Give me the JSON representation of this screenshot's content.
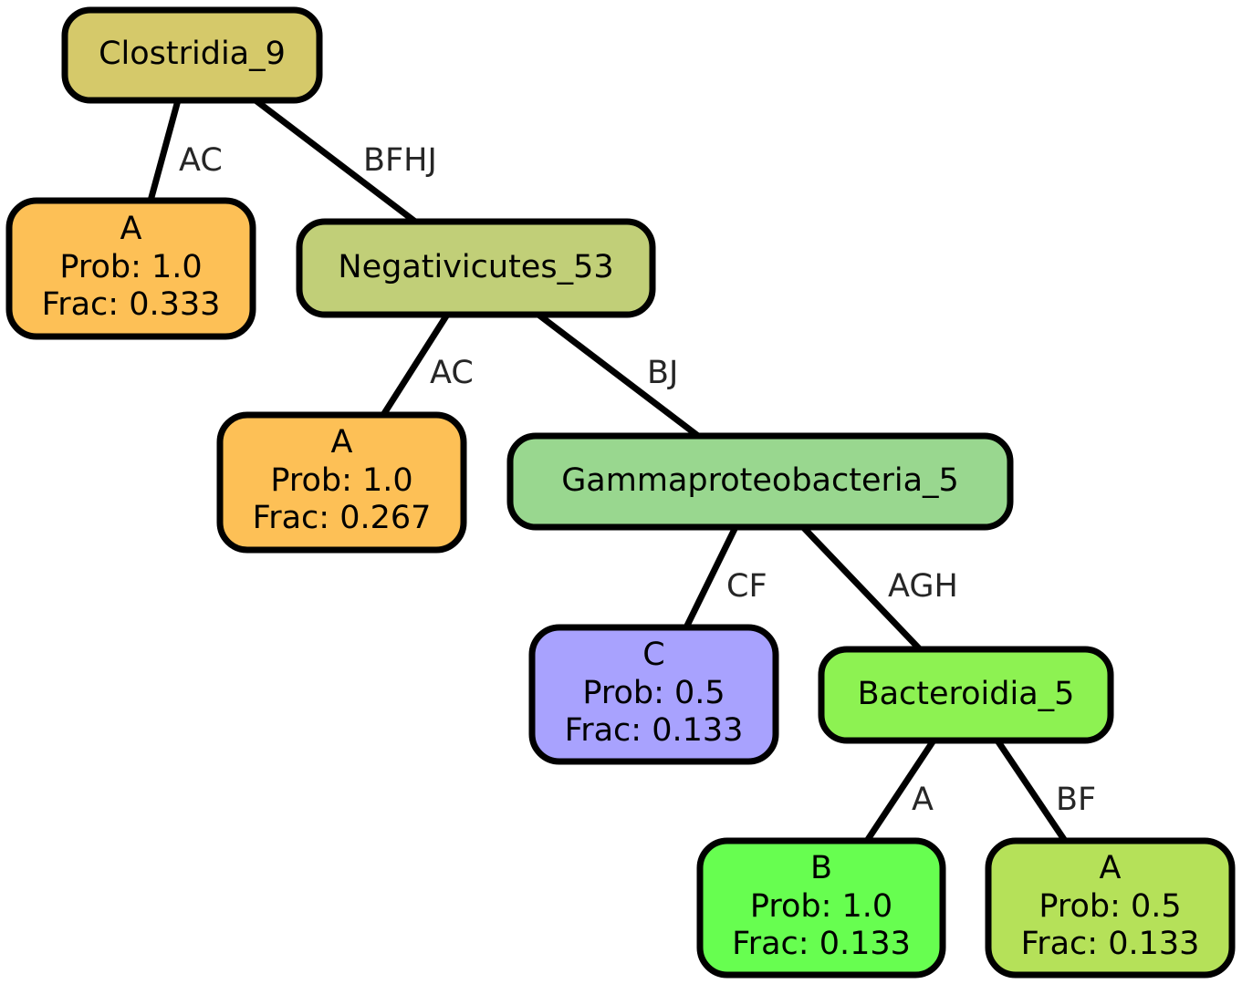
{
  "nodes": {
    "clostridia": {
      "label": "Clostridia_9",
      "color": "#d5c96a"
    },
    "leaf_a1": {
      "lines": [
        "A",
        "Prob: 1.0",
        "Frac: 0.333"
      ],
      "color": "#fdc056"
    },
    "negativicutes": {
      "label": "Negativicutes_53",
      "color": "#c1cf78"
    },
    "leaf_a2": {
      "lines": [
        "A",
        "Prob: 1.0",
        "Frac: 0.267"
      ],
      "color": "#fdc056"
    },
    "gammaproteobacteria": {
      "label": "Gammaproteobacteria_5",
      "color": "#99d78f"
    },
    "leaf_c": {
      "lines": [
        "C",
        "Prob: 0.5",
        "Frac: 0.133"
      ],
      "color": "#a8a2fe"
    },
    "bacteroidia": {
      "label": "Bacteroidia_5",
      "color": "#8df252"
    },
    "leaf_b": {
      "lines": [
        "B",
        "Prob: 1.0",
        "Frac: 0.133"
      ],
      "color": "#67fe50"
    },
    "leaf_a3": {
      "lines": [
        "A",
        "Prob: 0.5",
        "Frac: 0.133"
      ],
      "color": "#b5e159"
    }
  },
  "edges": {
    "clostridia_to_a1": "AC",
    "clostridia_to_negativicutes": "BFHJ",
    "negativicutes_to_a2": "AC",
    "negativicutes_to_gamma": "BJ",
    "gamma_to_c": "CF",
    "gamma_to_bacteroidia": "AGH",
    "bacteroidia_to_b": "A",
    "bacteroidia_to_a3": "BF"
  }
}
